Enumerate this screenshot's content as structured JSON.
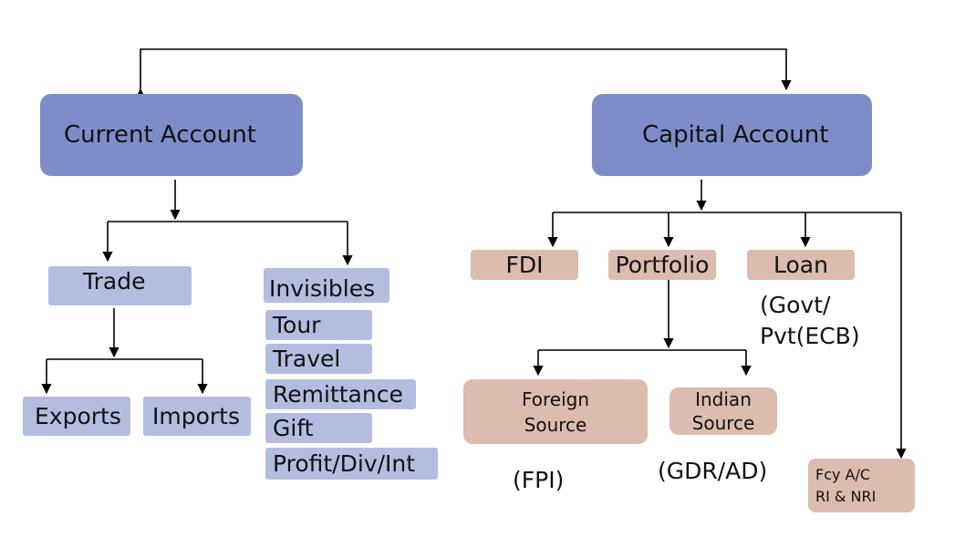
{
  "diagram": {
    "current_account": "Current Account",
    "capital_account": "Capital Account",
    "trade": "Trade",
    "exports": "Exports",
    "imports": "Imports",
    "invisibles": "Invisibles",
    "invisibles_items": [
      "Tour",
      "Travel",
      "Remittance",
      "Gift",
      "Profit/Div/Int"
    ],
    "fdi": "FDI",
    "portfolio": "Portfolio",
    "loan": "Loan",
    "loan_note_line1": "(Govt/",
    "loan_note_line2": "Pvt(ECB)",
    "foreign_source_line1": "Foreign",
    "foreign_source_line2": "Source",
    "fpi_note": "(FPI)",
    "indian_source_line1": "Indian",
    "indian_source_line2": "Source",
    "gdr_note": "(GDR/AD)",
    "fcy_line1": "Fcy A/C",
    "fcy_line2": "RI & NRI"
  },
  "colors": {
    "main_box": "#7e8dc9",
    "sub_box": "#b4bde0",
    "capital_sub_box": "#dcbcae",
    "connector": "#000000"
  }
}
